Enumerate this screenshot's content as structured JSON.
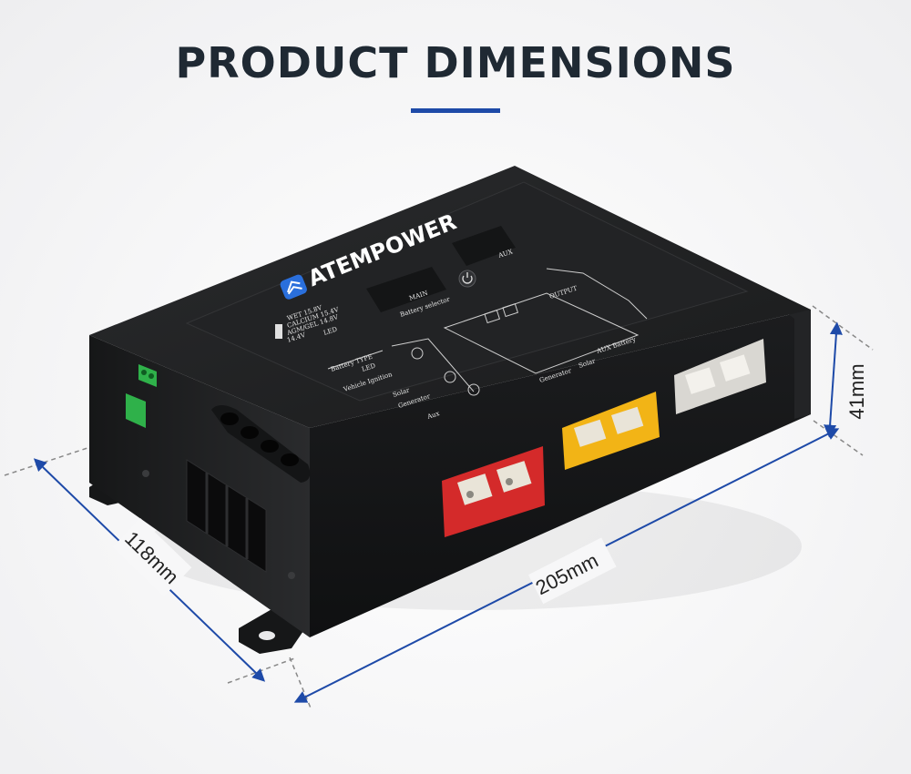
{
  "header": {
    "title": "PRODUCT DIMENSIONS",
    "accent_color": "#1e4aa8"
  },
  "product": {
    "brand": "ATEMPOWER",
    "panel_labels": {
      "main": "MAIN",
      "aux": "AUX",
      "output": "OUTPUT",
      "battery_selector": "Battery selector",
      "led": "LED",
      "battery_type": "Battery TYPE",
      "led_left": "LED",
      "vehicle_ignition": "Vehicle Ignition",
      "solar": "Solar",
      "generator": "Generator",
      "aux_small": "Aux",
      "generator_port": "Generator",
      "solar_port": "Solar",
      "aux_battery_port": "AUX Battery"
    },
    "battery_types": [
      "WET 15.8V",
      "CALCIUM 15.4V",
      "AGM/GEL 14.8V",
      "14.4V"
    ],
    "connector_colors": {
      "red": "#d42a2a",
      "yellow": "#f2b416",
      "grey": "#d9d7d2"
    }
  },
  "dimensions": {
    "depth": "118mm",
    "width": "205mm",
    "height": "41mm",
    "line_color": "#1e4aa8"
  }
}
